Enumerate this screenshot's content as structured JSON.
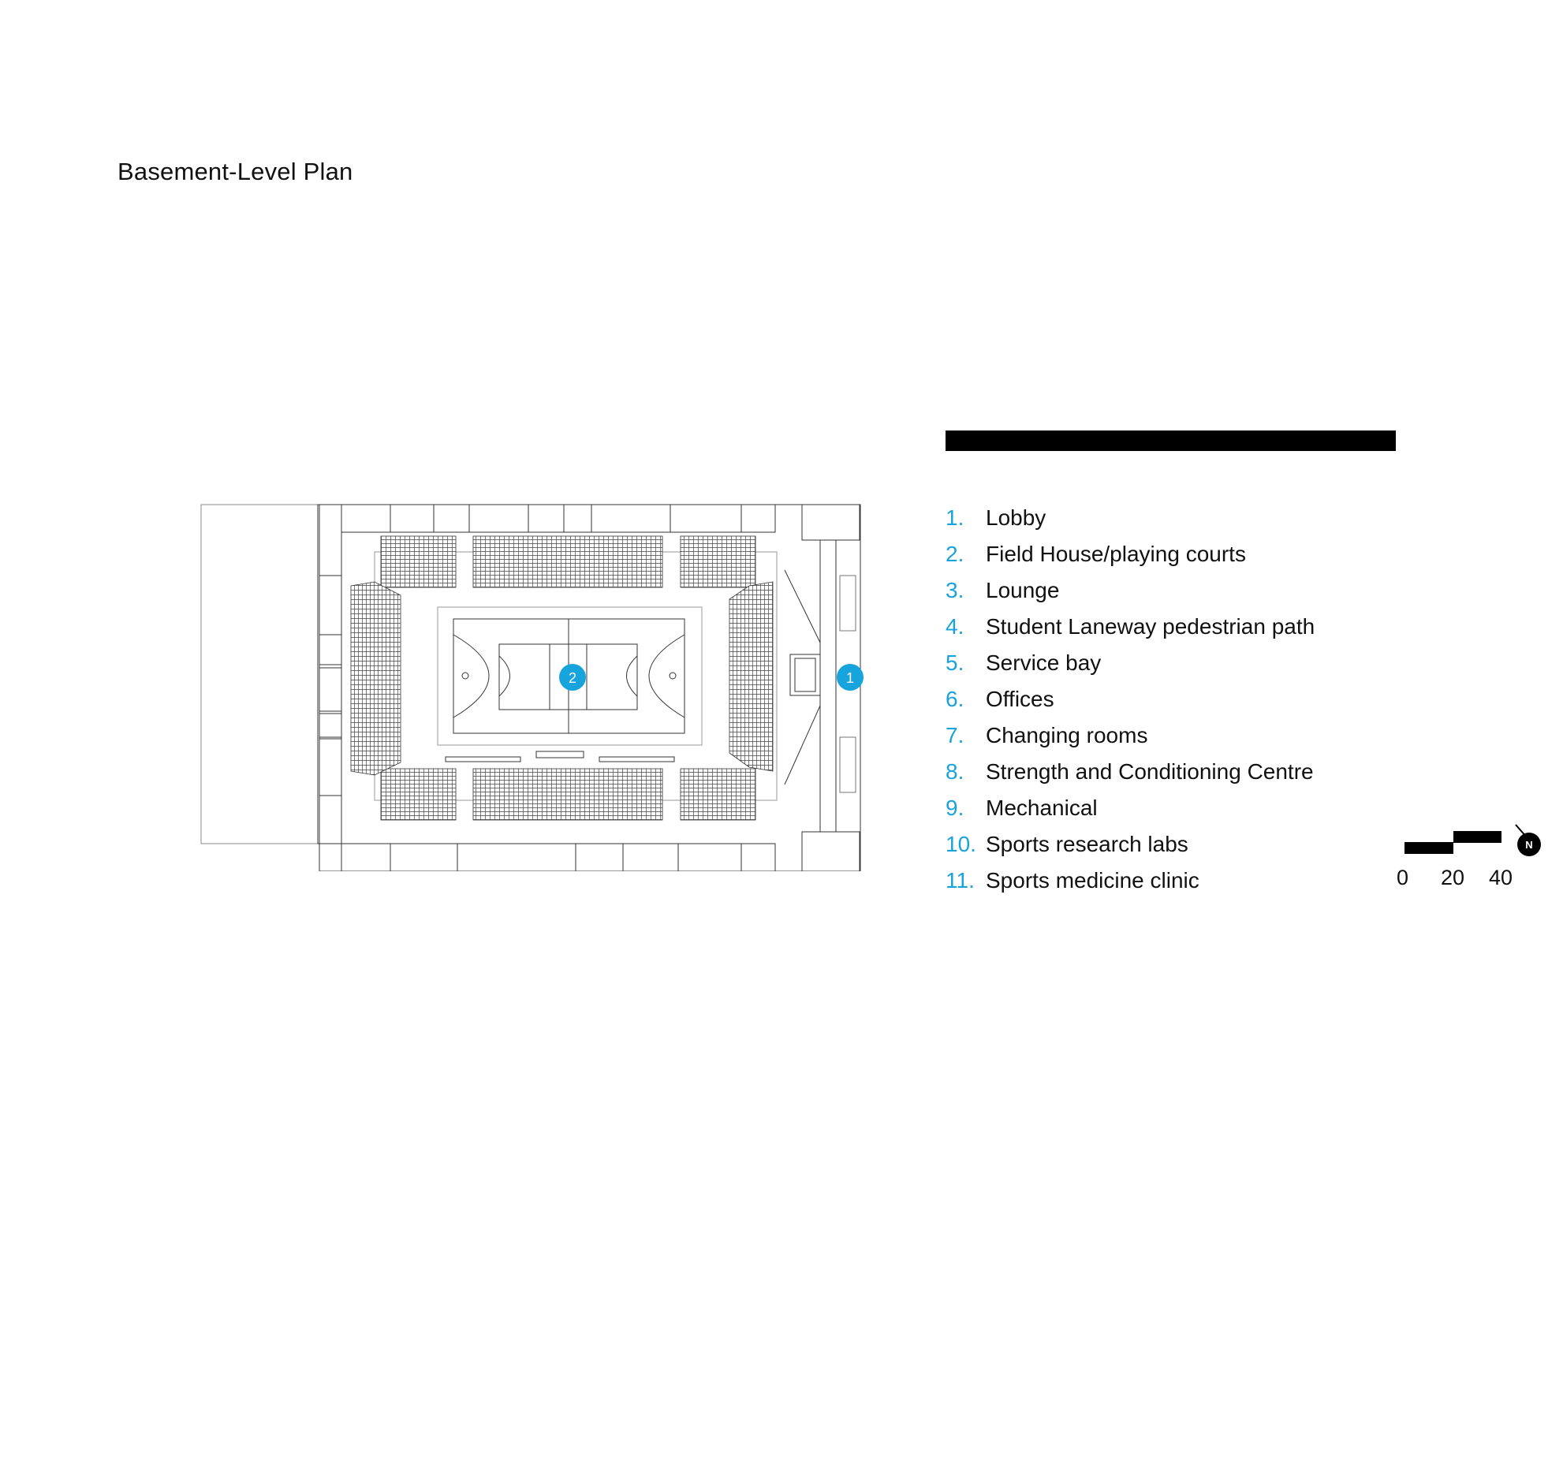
{
  "title": "Basement-Level Plan",
  "accent_color": "#17a3dc",
  "plan_markers": [
    "1",
    "2"
  ],
  "legend": [
    {
      "num": "1.",
      "label": "Lobby"
    },
    {
      "num": "2.",
      "label": "Field House/playing courts"
    },
    {
      "num": "3.",
      "label": "Lounge"
    },
    {
      "num": "4.",
      "label": "Student Laneway pedestrian path"
    },
    {
      "num": "5.",
      "label": "Service bay"
    },
    {
      "num": "6.",
      "label": "Offices"
    },
    {
      "num": "7.",
      "label": "Changing rooms"
    },
    {
      "num": "8.",
      "label": "Strength and Conditioning Centre"
    },
    {
      "num": "9.",
      "label": "Mechanical"
    },
    {
      "num": "10.",
      "label": "Sports research labs"
    },
    {
      "num": "11.",
      "label": "Sports medicine clinic"
    }
  ],
  "scale": {
    "labels": [
      "0",
      "20",
      "40"
    ]
  },
  "north": {
    "label": "N",
    "icon": "north-arrow-icon"
  }
}
